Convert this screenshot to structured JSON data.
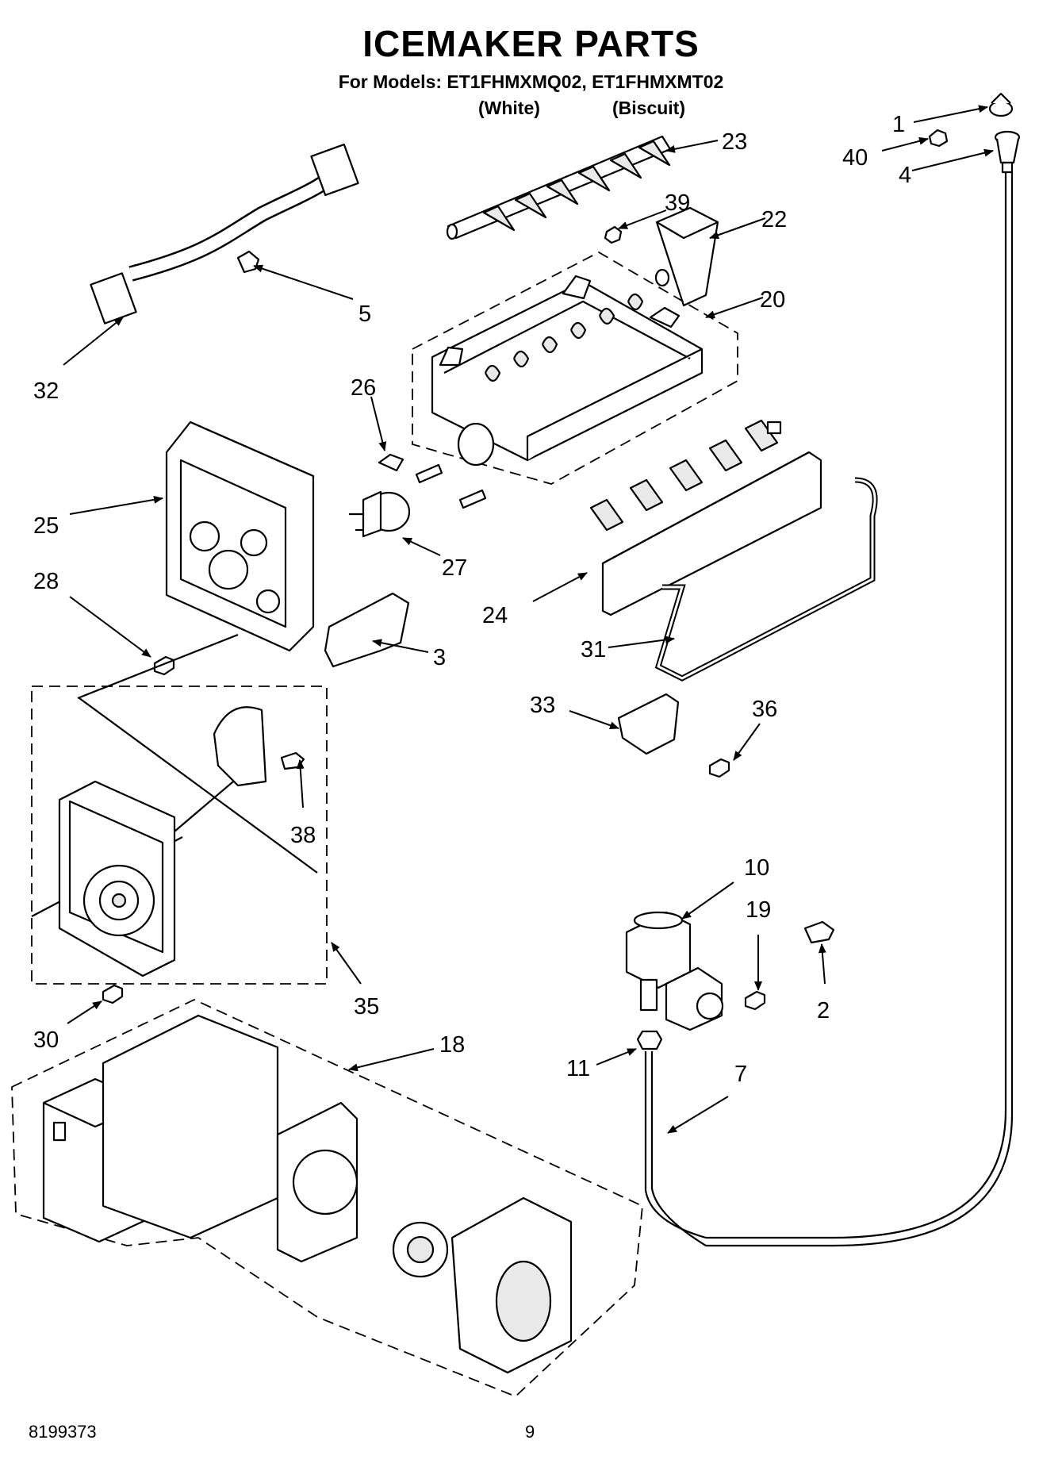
{
  "header": {
    "title": "ICEMAKER PARTS",
    "subtitle": "For Models: ET1FHMXMQ02, ET1FHMXMT02",
    "variant_1": "(White)",
    "variant_2": "(Biscuit)"
  },
  "callouts": {
    "c1": "1",
    "c40": "40",
    "c4": "4",
    "c23": "23",
    "c39": "39",
    "c22": "22",
    "c20": "20",
    "c5": "5",
    "c32": "32",
    "c26": "26",
    "c25": "25",
    "c27": "27",
    "c24": "24",
    "c28": "28",
    "c3": "3",
    "c31": "31",
    "c33": "33",
    "c36": "36",
    "c38": "38",
    "c35": "35",
    "c10": "10",
    "c19": "19",
    "c2": "2",
    "c30": "30",
    "c18": "18",
    "c11": "11",
    "c7": "7"
  },
  "footer": {
    "doc_number": "8199373",
    "page_number": "9"
  }
}
